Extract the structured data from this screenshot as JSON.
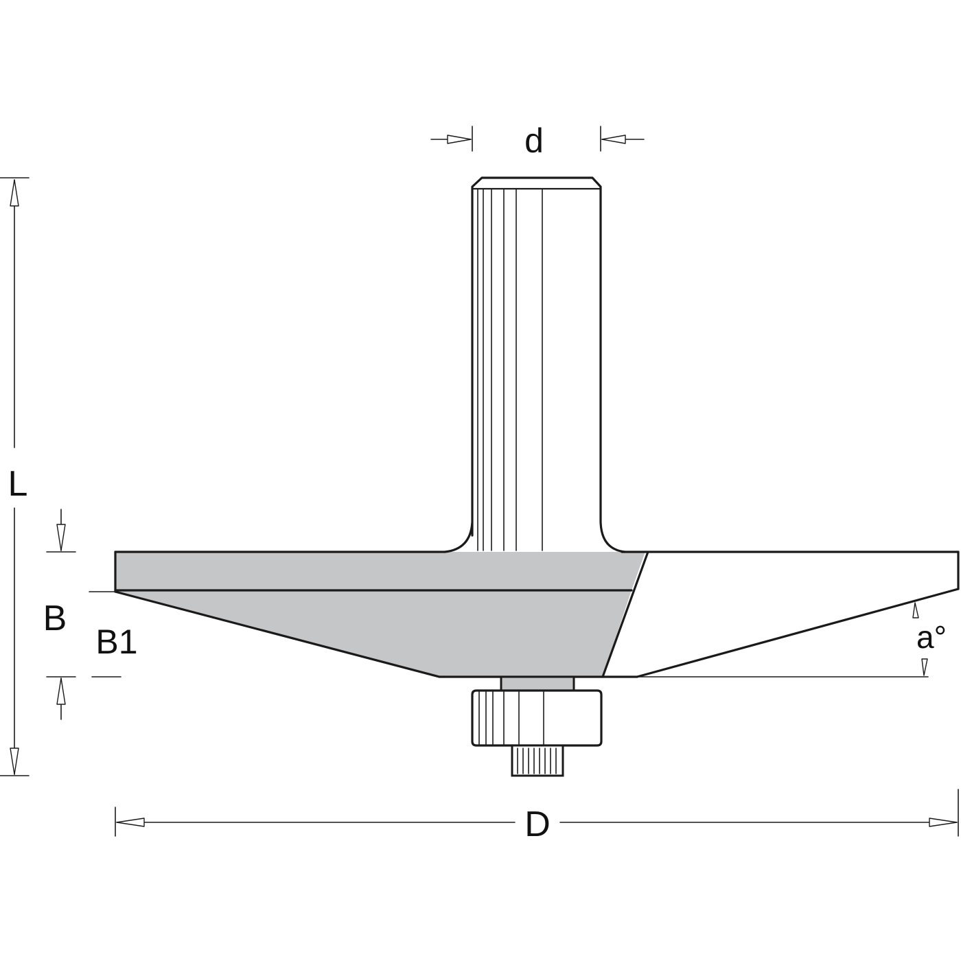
{
  "diagram": {
    "colors": {
      "outline": "#1a1a1a",
      "cutter_fill": "#c5c6c8",
      "background": "#ffffff"
    },
    "labels": {
      "shank_diameter": "d",
      "overall_length": "L",
      "cutting_height": "B",
      "bevel_height": "B1",
      "angle": "a°",
      "cutting_diameter": "D"
    }
  }
}
